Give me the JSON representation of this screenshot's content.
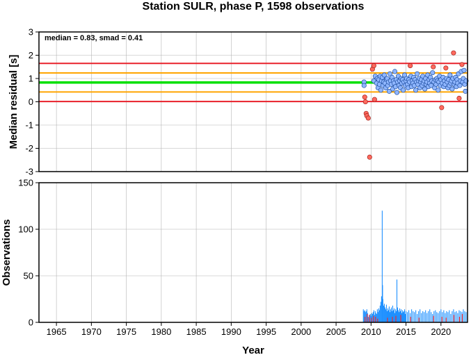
{
  "colors": {
    "median_line": "#00e000",
    "smad_line": "#ffa500",
    "outer_line": "#e8202a",
    "inlier_fill": "#8fb6ff",
    "inlier_stroke": "#2050a0",
    "outlier_fill": "#ff6a5e",
    "outlier_stroke": "#a0201a",
    "bar_normal": "#1e90ff",
    "bar_outlier": "#ff2020",
    "grid": "#b4b4b4"
  },
  "chart_data": [
    {
      "type": "scatter",
      "title": "Station SULR, phase P, 1598 observations",
      "annotation": "median = 0.83, smad = 0.41",
      "xlabel": "",
      "ylabel": "Median residual [s]",
      "xlim": [
        1962.5,
        2023.8
      ],
      "ylim": [
        -3,
        3
      ],
      "xticks": [
        1965,
        1970,
        1975,
        1980,
        1985,
        1990,
        1995,
        2000,
        2005,
        2010,
        2015,
        2020
      ],
      "yticks": [
        "-3",
        "-2",
        "-1",
        "0",
        "1",
        "2",
        "3"
      ],
      "grid": true,
      "hlines": [
        {
          "name": "median",
          "y": 0.83
        },
        {
          "name": "median+smad",
          "y": 1.24
        },
        {
          "name": "median-smad",
          "y": 0.42
        },
        {
          "name": "median+2smad",
          "y": 1.65
        },
        {
          "name": "median-2smad",
          "y": 0.01
        }
      ],
      "outliers": [
        [
          2009.1,
          0.2
        ],
        [
          2009.2,
          0.0
        ],
        [
          2009.3,
          -0.5
        ],
        [
          2009.4,
          -0.6
        ],
        [
          2009.6,
          -0.7
        ],
        [
          2009.8,
          -2.38
        ],
        [
          2010.2,
          1.4
        ],
        [
          2010.4,
          1.55
        ],
        [
          2010.5,
          0.1
        ],
        [
          2015.6,
          1.55
        ],
        [
          2018.9,
          1.5
        ],
        [
          2020.1,
          -0.25
        ],
        [
          2020.7,
          1.45
        ],
        [
          2021.8,
          2.1
        ],
        [
          2022.6,
          0.15
        ],
        [
          2023.0,
          1.6
        ]
      ],
      "inliers": [
        [
          2009.0,
          0.85
        ],
        [
          2009.0,
          0.7
        ],
        [
          2010.4,
          0.9
        ],
        [
          2010.6,
          1.1
        ],
        [
          2010.8,
          0.8
        ],
        [
          2010.9,
          1.0
        ],
        [
          2011.0,
          0.6
        ],
        [
          2011.1,
          0.95
        ],
        [
          2011.2,
          0.75
        ],
        [
          2011.3,
          1.1
        ],
        [
          2011.4,
          0.5
        ],
        [
          2011.5,
          0.9
        ],
        [
          2011.6,
          1.05
        ],
        [
          2011.7,
          0.7
        ],
        [
          2011.8,
          0.85
        ],
        [
          2011.9,
          1.15
        ],
        [
          2012.0,
          0.8
        ],
        [
          2012.1,
          0.6
        ],
        [
          2012.2,
          0.95
        ],
        [
          2012.3,
          1.0
        ],
        [
          2012.4,
          0.7
        ],
        [
          2012.5,
          0.85
        ],
        [
          2012.6,
          0.45
        ],
        [
          2012.7,
          1.2
        ],
        [
          2012.8,
          0.9
        ],
        [
          2012.9,
          0.75
        ],
        [
          2013.0,
          1.05
        ],
        [
          2013.1,
          0.55
        ],
        [
          2013.2,
          0.9
        ],
        [
          2013.3,
          0.8
        ],
        [
          2013.4,
          1.3
        ],
        [
          2013.5,
          0.65
        ],
        [
          2013.6,
          0.95
        ],
        [
          2013.7,
          0.4
        ],
        [
          2013.8,
          0.85
        ],
        [
          2013.9,
          1.1
        ],
        [
          2014.0,
          0.7
        ],
        [
          2014.1,
          0.9
        ],
        [
          2014.2,
          0.6
        ],
        [
          2014.3,
          1.0
        ],
        [
          2014.4,
          0.8
        ],
        [
          2014.5,
          0.95
        ],
        [
          2014.6,
          0.5
        ],
        [
          2014.7,
          0.85
        ],
        [
          2014.8,
          1.15
        ],
        [
          2014.9,
          0.7
        ],
        [
          2015.0,
          0.9
        ],
        [
          2015.1,
          1.0
        ],
        [
          2015.2,
          0.75
        ],
        [
          2015.3,
          0.6
        ],
        [
          2015.4,
          0.95
        ],
        [
          2015.5,
          0.85
        ],
        [
          2015.7,
          1.1
        ],
        [
          2015.8,
          0.65
        ],
        [
          2015.9,
          0.9
        ],
        [
          2016.0,
          0.8
        ],
        [
          2016.1,
          1.05
        ],
        [
          2016.2,
          0.7
        ],
        [
          2016.3,
          0.95
        ],
        [
          2016.4,
          0.5
        ],
        [
          2016.5,
          0.85
        ],
        [
          2016.6,
          1.2
        ],
        [
          2016.7,
          0.75
        ],
        [
          2016.8,
          0.9
        ],
        [
          2016.9,
          1.0
        ],
        [
          2017.0,
          0.6
        ],
        [
          2017.1,
          0.85
        ],
        [
          2017.2,
          0.95
        ],
        [
          2017.3,
          0.7
        ],
        [
          2017.4,
          1.1
        ],
        [
          2017.5,
          0.8
        ],
        [
          2017.6,
          0.9
        ],
        [
          2017.7,
          0.55
        ],
        [
          2017.8,
          1.0
        ],
        [
          2017.9,
          0.75
        ],
        [
          2018.0,
          0.85
        ],
        [
          2018.1,
          1.15
        ],
        [
          2018.2,
          0.65
        ],
        [
          2018.3,
          0.95
        ],
        [
          2018.4,
          0.8
        ],
        [
          2018.5,
          1.05
        ],
        [
          2018.6,
          0.7
        ],
        [
          2018.7,
          0.9
        ],
        [
          2018.8,
          1.25
        ],
        [
          2019.0,
          0.85
        ],
        [
          2019.1,
          0.6
        ],
        [
          2019.2,
          0.95
        ],
        [
          2019.3,
          0.75
        ],
        [
          2019.4,
          1.0
        ],
        [
          2019.5,
          0.9
        ],
        [
          2019.6,
          0.5
        ],
        [
          2019.7,
          0.85
        ],
        [
          2019.8,
          1.1
        ],
        [
          2019.9,
          0.7
        ],
        [
          2020.0,
          0.95
        ],
        [
          2020.2,
          0.8
        ],
        [
          2020.3,
          1.05
        ],
        [
          2020.4,
          0.65
        ],
        [
          2020.5,
          0.9
        ],
        [
          2020.6,
          0.75
        ],
        [
          2020.8,
          1.0
        ],
        [
          2020.9,
          0.85
        ],
        [
          2021.0,
          0.6
        ],
        [
          2021.1,
          0.95
        ],
        [
          2021.2,
          0.7
        ],
        [
          2021.3,
          1.15
        ],
        [
          2021.4,
          0.8
        ],
        [
          2021.5,
          0.9
        ],
        [
          2021.6,
          0.55
        ],
        [
          2021.7,
          1.0
        ],
        [
          2021.9,
          0.75
        ],
        [
          2022.0,
          0.85
        ],
        [
          2022.1,
          1.05
        ],
        [
          2022.2,
          0.65
        ],
        [
          2022.3,
          0.95
        ],
        [
          2022.4,
          0.8
        ],
        [
          2022.5,
          1.2
        ],
        [
          2022.7,
          0.7
        ],
        [
          2022.8,
          0.9
        ],
        [
          2022.9,
          1.3
        ],
        [
          2023.1,
          0.85
        ],
        [
          2023.2,
          1.0
        ],
        [
          2023.3,
          1.35
        ],
        [
          2023.4,
          0.75
        ],
        [
          2023.5,
          0.45
        ],
        [
          2023.6,
          0.9
        ]
      ]
    },
    {
      "type": "bar",
      "title": "",
      "xlabel": "Year",
      "ylabel": "Observations",
      "xlim": [
        1962.5,
        2023.8
      ],
      "ylim": [
        0,
        150
      ],
      "xticks": [
        1965,
        1970,
        1975,
        1980,
        1985,
        1990,
        1995,
        2000,
        2005,
        2010,
        2015,
        2020
      ],
      "yticks": [
        "0",
        "50",
        "100",
        "150"
      ],
      "xtick_labels": [
        "1965",
        "1970",
        "1975",
        "1980",
        "1985",
        "1990",
        "1995",
        "2000",
        "2005",
        "2010",
        "2015",
        "2020"
      ],
      "grid": true,
      "series": [
        {
          "x": [
            2008.9,
            2009.0,
            2009.1,
            2009.2,
            2009.3,
            2009.4,
            2009.5,
            2009.6,
            2009.7,
            2009.8,
            2009.9,
            2010.0,
            2010.1,
            2010.2,
            2010.3,
            2010.4,
            2010.5,
            2010.6,
            2010.7,
            2010.8,
            2010.9,
            2011.0,
            2011.1,
            2011.2,
            2011.3,
            2011.4,
            2011.5,
            2011.6,
            2011.65,
            2011.7,
            2011.8,
            2011.9,
            2012.0,
            2012.1,
            2012.2,
            2012.3,
            2012.4,
            2012.5,
            2012.6,
            2012.7,
            2012.8,
            2012.9,
            2013.0,
            2013.1,
            2013.2,
            2013.3,
            2013.4,
            2013.5,
            2013.6,
            2013.7,
            2013.8,
            2013.9,
            2014.0,
            2014.1,
            2014.2,
            2014.3,
            2014.4,
            2014.5,
            2014.6,
            2014.7,
            2014.8,
            2014.9,
            2015.0,
            2015.2,
            2015.4,
            2015.6,
            2015.8,
            2016.0,
            2016.2,
            2016.4,
            2016.6,
            2016.8,
            2017.0,
            2017.2,
            2017.4,
            2017.6,
            2017.8,
            2018.0,
            2018.2,
            2018.4,
            2018.6,
            2018.8,
            2019.0,
            2019.2,
            2019.4,
            2019.6,
            2019.8,
            2020.0,
            2020.2,
            2020.4,
            2020.6,
            2020.8,
            2021.0,
            2021.2,
            2021.4,
            2021.6,
            2021.8,
            2022.0,
            2022.2,
            2022.4,
            2022.6,
            2022.8,
            2023.0,
            2023.2,
            2023.4,
            2023.6
          ],
          "values": [
            14,
            12,
            13,
            11,
            12,
            14,
            10,
            6,
            5,
            8,
            9,
            7,
            10,
            9,
            11,
            13,
            8,
            12,
            10,
            9,
            14,
            11,
            15,
            13,
            18,
            22,
            28,
            120,
            40,
            25,
            18,
            20,
            16,
            14,
            19,
            12,
            15,
            13,
            17,
            11,
            14,
            16,
            12,
            18,
            13,
            15,
            10,
            14,
            12,
            46,
            16,
            13,
            11,
            15,
            12,
            14,
            10,
            13,
            11,
            12,
            14,
            9,
            12,
            11,
            13,
            10,
            14,
            12,
            11,
            13,
            9,
            12,
            14,
            10,
            12,
            11,
            13,
            10,
            12,
            14,
            11,
            9,
            12,
            13,
            11,
            10,
            12,
            14,
            11,
            13,
            10,
            12,
            11,
            13,
            9,
            12,
            14,
            11,
            12,
            10,
            13,
            12,
            11,
            14,
            12,
            11
          ]
        },
        {
          "x": [
            2009.15,
            2009.45,
            2009.75,
            2010.05,
            2010.35,
            2010.65,
            2010.95,
            2012.35,
            2013.05,
            2013.55,
            2014.25,
            2015.65,
            2016.85,
            2018.95,
            2020.15,
            2020.75,
            2021.85,
            2022.65,
            2023.05
          ],
          "values": [
            6,
            9,
            8,
            5,
            7,
            6,
            4,
            5,
            6,
            7,
            8,
            6,
            5,
            7,
            6,
            5,
            8,
            6,
            9
          ]
        }
      ]
    }
  ]
}
